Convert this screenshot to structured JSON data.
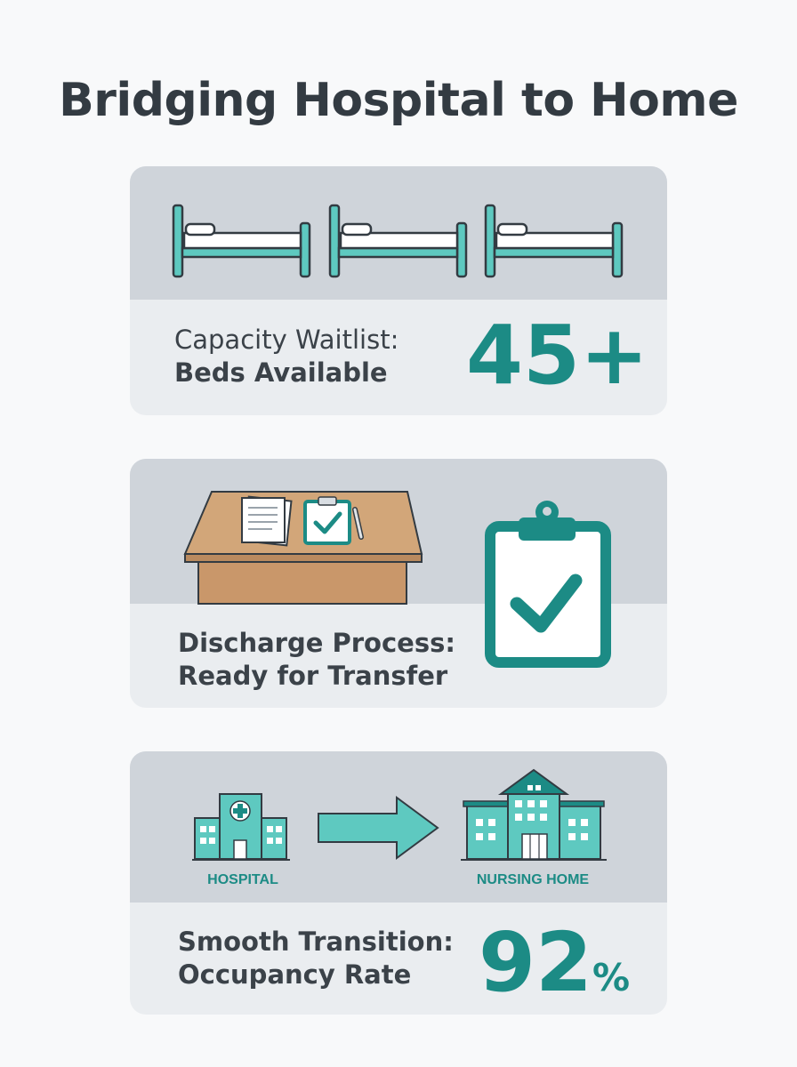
{
  "page": {
    "title": "Bridging Hospital to Home",
    "accent_color": "#1c8b85",
    "teal_light": "#5ec9c0"
  },
  "cards": [
    {
      "name": "capacity",
      "label_line1": "Capacity Waitlist:",
      "label_line2": "Beds Available",
      "stat_value": "45",
      "stat_suffix": "+",
      "icons": [
        "hospital-bed-icon",
        "hospital-bed-icon",
        "hospital-bed-icon"
      ]
    },
    {
      "name": "discharge",
      "label_line1": "Discharge Process:",
      "label_line2": "Ready for Transfer",
      "icons": [
        "desk-with-documents-icon",
        "clipboard-check-icon"
      ]
    },
    {
      "name": "transition",
      "label_line1": "Smooth Transition:",
      "label_line2": "Occupancy Rate",
      "stat_value": "92",
      "stat_suffix": "%",
      "from_label": "HOSPITAL",
      "to_label": "NURSING HOME",
      "icons": [
        "hospital-building-icon",
        "arrow-right-icon",
        "nursing-home-building-icon"
      ]
    }
  ]
}
